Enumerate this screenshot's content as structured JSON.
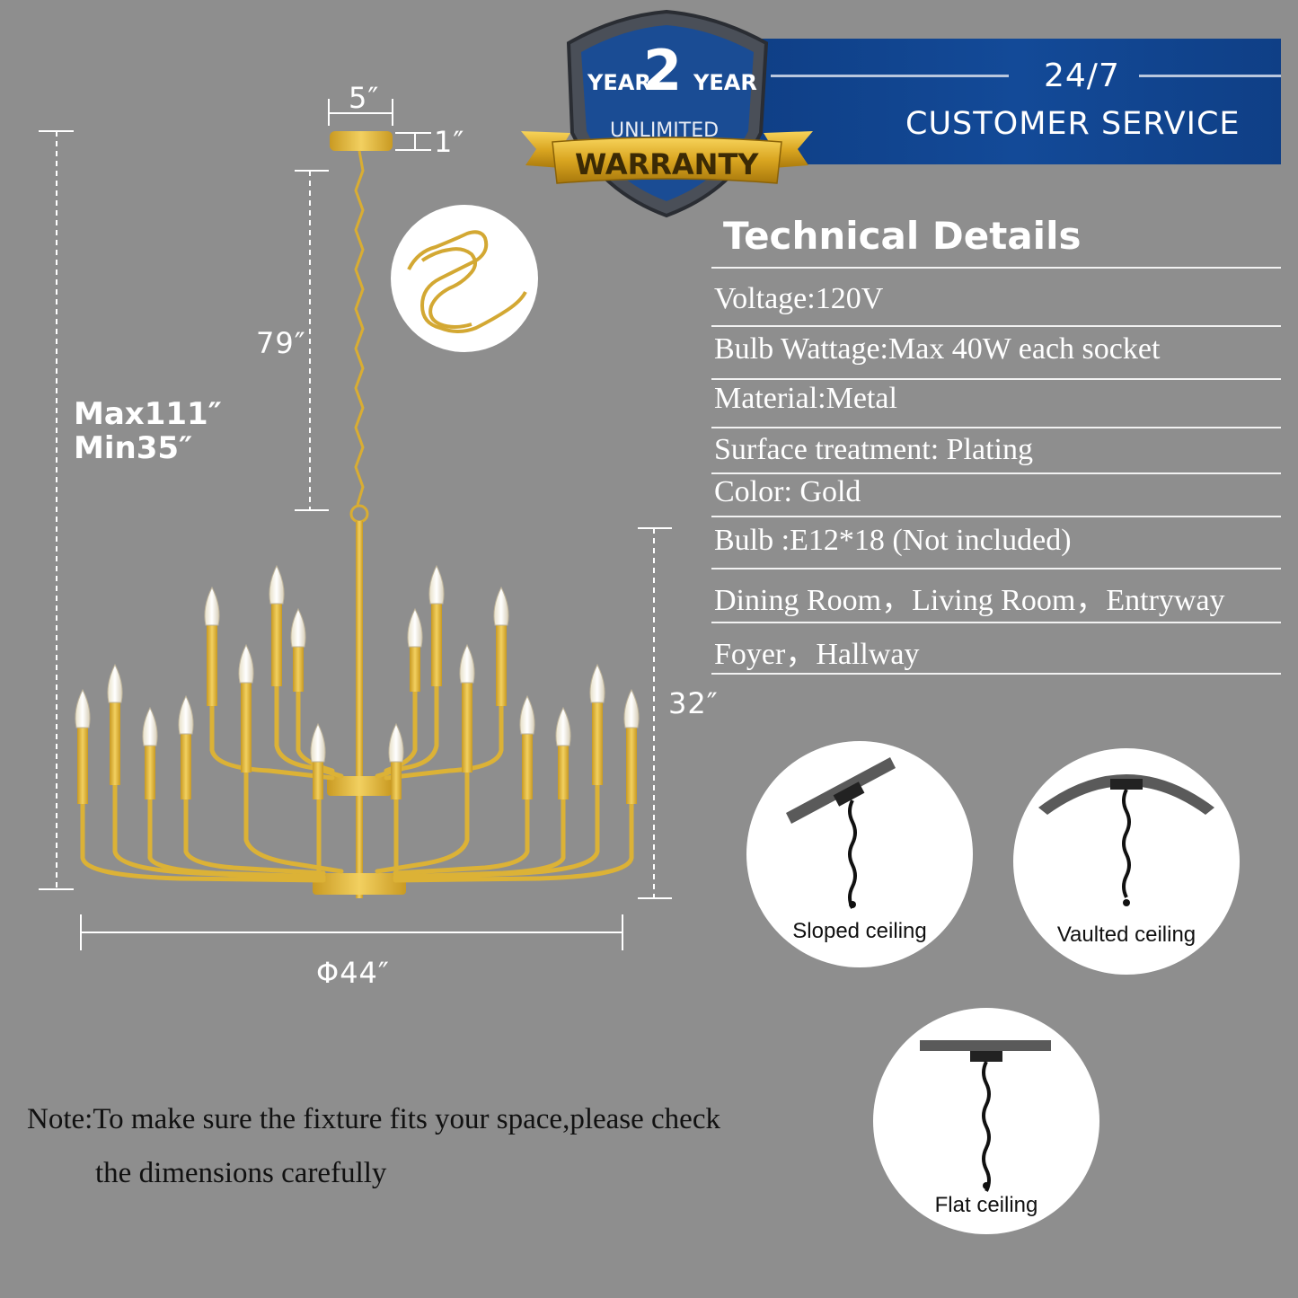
{
  "warranty": {
    "year_left": "YEAR",
    "number": "2",
    "year_right": "YEAR",
    "unlimited": "UNLIMITED",
    "warranty": "WARRANTY"
  },
  "service": {
    "hours": "24/7",
    "label": "CUSTOMER SERVICE"
  },
  "dimensions": {
    "canopy_width": "5″",
    "canopy_height": "1″",
    "chain_length": "79″",
    "max_height": "Max111″",
    "min_height": "Min35″",
    "body_height": "32″",
    "diameter": "Φ44″"
  },
  "tech": {
    "title": "Technical Details",
    "rows": [
      "Voltage:120V",
      "Bulb Wattage:Max 40W each socket",
      "Material:Metal",
      "Surface treatment:  Plating",
      "Color: Gold",
      "Bulb :E12*18 (Not included)",
      "Dining Room，Living Room，Entryway",
      "Foyer，Hallway"
    ]
  },
  "ceilings": {
    "sloped": "Sloped ceiling",
    "vaulted": "Vaulted ceiling",
    "flat": "Flat ceiling"
  },
  "note": {
    "line1": "Note:To make sure the fixture fits your space,please check",
    "line2": "the dimensions carefully"
  },
  "colors": {
    "background": "#8e8e8e",
    "gold": "#e2b838",
    "banner_blue": "#134a98",
    "shield_blue": "#1a4c94"
  }
}
